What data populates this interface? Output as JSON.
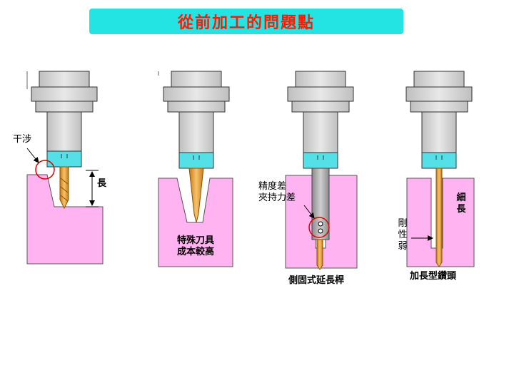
{
  "title": "從前加工的問題點",
  "colors": {
    "title_bg": "#24e3e3",
    "title_text": "#ff1a00",
    "workpiece": "#ffb3f0",
    "holder": "#d9d9d9",
    "collet": "#55e0e8",
    "tool_gold": "#e89a2e",
    "interference_circle": "#e00000"
  },
  "panel1": {
    "interference_label": "干涉",
    "length_label": "長"
  },
  "panel2": {
    "note_line1": "特殊刀具",
    "note_line2": "成本較高"
  },
  "panel3": {
    "note_line1": "精度差",
    "note_line2": "夾持力差",
    "caption": "側固式延長桿"
  },
  "panel4": {
    "thin_long": "細長",
    "rigidity_weak": "剛性弱",
    "caption": "加長型鑽頭"
  }
}
